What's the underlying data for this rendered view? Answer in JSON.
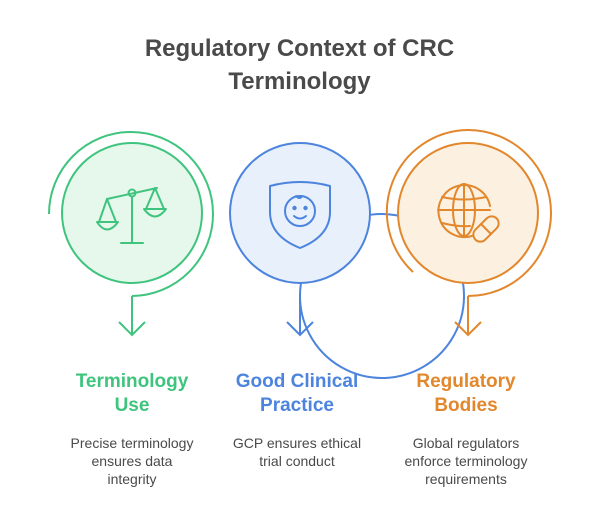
{
  "title": [
    "Regulatory Context of CRC",
    "Terminology"
  ],
  "steps": [
    {
      "title": [
        "Terminology",
        "Use"
      ],
      "desc": [
        "Precise terminology",
        "ensures data",
        "integrity"
      ],
      "color": "#3fc47e",
      "fill": "#e6f8ec",
      "icon": "scales-icon"
    },
    {
      "title": [
        "Good Clinical",
        "Practice"
      ],
      "desc": [
        "GCP ensures ethical",
        "trial conduct"
      ],
      "color": "#4c84de",
      "fill": "#e8f0fc",
      "icon": "shield-face-icon"
    },
    {
      "title": [
        "Regulatory",
        "Bodies"
      ],
      "desc": [
        "Global regulators",
        "enforce terminology",
        "requirements"
      ],
      "color": "#e2872c",
      "fill": "#fcf0e1",
      "icon": "globe-pill-icon"
    }
  ]
}
